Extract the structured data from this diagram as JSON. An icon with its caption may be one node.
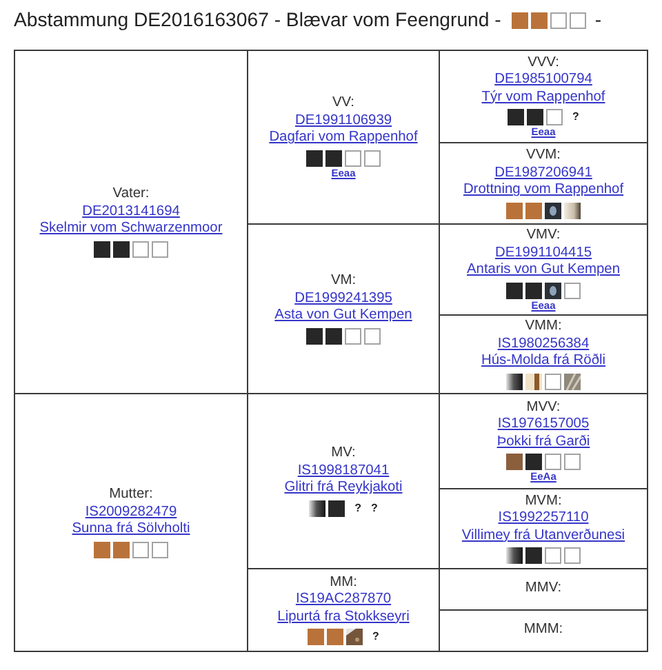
{
  "diagram": {
    "title": "Abstammung DE2016163067 - Blævar vom Feengrund -",
    "nodes": [
      {
        "text": [
          "Vater:",
          "DE2013141694",
          "Skelmir vom Schwarzenmoor"
        ]
      },
      {
        "text": [
          "VV:",
          "DE1991106939",
          "Dagfari vom Rappenhof",
          "Eeaa"
        ]
      },
      {
        "text": [
          "VVV:",
          "DE1985100794",
          "Týr vom Rappenhof",
          "?",
          "Eeaa"
        ]
      },
      {
        "text": [
          "VVM:",
          "DE1987206941",
          "Drottning vom Rappenhof"
        ]
      },
      {
        "text": [
          "VM:",
          "DE1999241395",
          "Asta von Gut Kempen"
        ]
      },
      {
        "text": [
          "VMV:",
          "DE1991104415",
          "Antaris von Gut Kempen",
          "Eeaa"
        ]
      },
      {
        "text": [
          "VMM:",
          "IS1980256384",
          "Hús-Molda frá Röðli"
        ]
      },
      {
        "text": [
          "Mutter:",
          "IS2009282479",
          "Sunna frá Sölvholti"
        ]
      },
      {
        "text": [
          "MV:",
          "IS1998187041",
          "Glitri frá Reykjakoti",
          "?",
          "?"
        ]
      },
      {
        "text": [
          "MVV:",
          "IS1976157005",
          "Þokki frá Garði",
          "EeAa"
        ]
      },
      {
        "text": [
          "MVM:",
          "IS1992257110",
          "Villimey frá Utanverðunesi"
        ]
      },
      {
        "text": [
          "MM:",
          "IS19AC287870",
          "Lipurtá fra Stokkseyri",
          "?"
        ]
      },
      {
        "text": [
          "MMV:"
        ]
      },
      {
        "text": [
          "MMM:"
        ]
      }
    ],
    "labels": [
      "-"
    ]
  }
}
